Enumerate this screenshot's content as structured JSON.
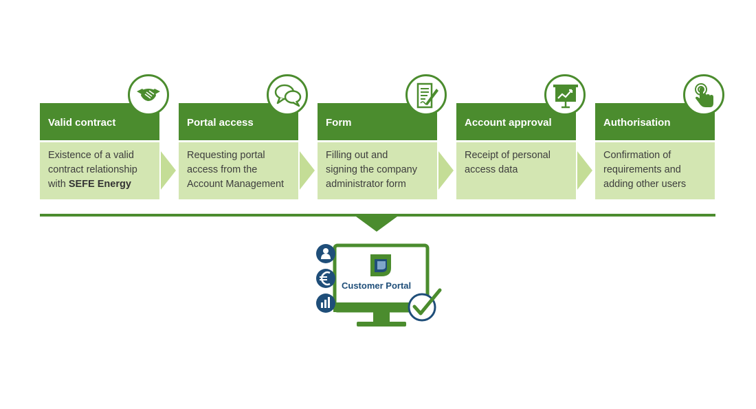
{
  "steps": [
    {
      "title": "Valid contract",
      "line1": "Existence of a valid",
      "line2": "contract relationship",
      "line3_prefix": "with ",
      "line3_bold": "SEFE Energy",
      "icon": "handshake-icon"
    },
    {
      "title": "Portal access",
      "line1": "Requesting portal",
      "line2": "access from the",
      "line3": "Account Management",
      "icon": "chat-bubbles-icon"
    },
    {
      "title": "Form",
      "line1": "Filling out and",
      "line2": "signing the company",
      "line3": "administrator form",
      "icon": "form-document-icon"
    },
    {
      "title": "Account approval",
      "line1": "Receipt of personal",
      "line2": "access data",
      "icon": "presentation-board-icon"
    },
    {
      "title": "Authorisation",
      "line1": "Confirmation of",
      "line2": "requirements and",
      "line3": "adding other users",
      "icon": "touch-hand-icon"
    }
  ],
  "portal": {
    "label": "Customer Portal",
    "side_icons": [
      "user-icon",
      "euro-icon",
      "bar-chart-icon"
    ],
    "badge_icon": "checkmark-icon"
  },
  "colors": {
    "header_green": "#4b8c2e",
    "body_light_green": "#d3e6b2",
    "arrow_green": "#c4dd96",
    "portal_blue": "#1f4e79"
  }
}
